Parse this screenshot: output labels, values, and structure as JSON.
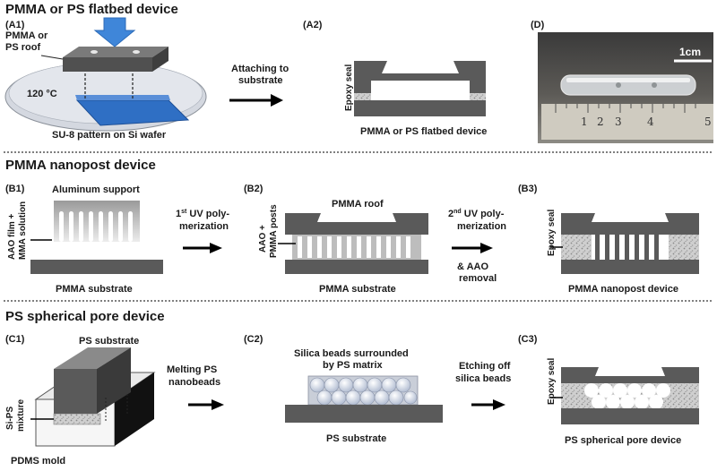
{
  "sections": [
    {
      "title": "PMMA or PS flatbed device"
    },
    {
      "title": "PMMA nanopost device"
    },
    {
      "title": "PS spherical pore device"
    }
  ],
  "panels": {
    "A1": {
      "tag": "(A1)",
      "roof_label_1": "PMMA or",
      "roof_label_2": "PS roof",
      "temp": "120 °C",
      "caption": "SU-8 pattern on Si wafer"
    },
    "A2": {
      "tag": "(A2)",
      "seal": "Epoxy seal",
      "caption": "PMMA or PS flatbed device"
    },
    "A_arrow": {
      "line1": "Attaching to",
      "line2": "substrate"
    },
    "D": {
      "tag": "(D)",
      "scale": "1cm",
      "ruler_numbers": [
        "1",
        "2",
        "3",
        "4",
        "5"
      ]
    },
    "B1": {
      "tag": "(B1)",
      "top": "Aluminum support",
      "side_1": "AAO film +",
      "side_2": "MMA solution",
      "caption": "PMMA substrate"
    },
    "B_arrow1": {
      "prefix": "1",
      "sup": "st",
      "line1": " UV poly-",
      "line2": "merization"
    },
    "B2": {
      "tag": "(B2)",
      "top": "PMMA roof",
      "side_1": "AAO +",
      "side_2": "PMMA posts",
      "caption": "PMMA substrate"
    },
    "B_arrow2": {
      "prefix": "2",
      "sup": "nd",
      "line1": " UV poly-",
      "line2": "merization",
      "line3": "& AAO",
      "line4": "removal"
    },
    "B3": {
      "tag": "(B3)",
      "seal": "Epoxy seal",
      "caption": "PMMA nanopost device"
    },
    "C1": {
      "tag": "(C1)",
      "top": "PS substrate",
      "side_1": "Si-PS",
      "side_2": "mixture",
      "caption": "PDMS mold"
    },
    "C_arrow1": {
      "line1": "Melting PS",
      "line2": "nanobeads"
    },
    "C2": {
      "tag": "(C2)",
      "top1": "Silica beads surrounded",
      "top2": "by PS matrix",
      "caption": "PS substrate"
    },
    "C_arrow2": {
      "line1": "Etching off",
      "line2": "silica beads"
    },
    "C3": {
      "tag": "(C3)",
      "seal": "Epoxy seal",
      "caption": "PS spherical pore device"
    }
  },
  "colors": {
    "dark": "#5a5a5a",
    "blue": "#2f6fc4",
    "plate": "#d4d8e0",
    "text": "#1a1a1a"
  }
}
